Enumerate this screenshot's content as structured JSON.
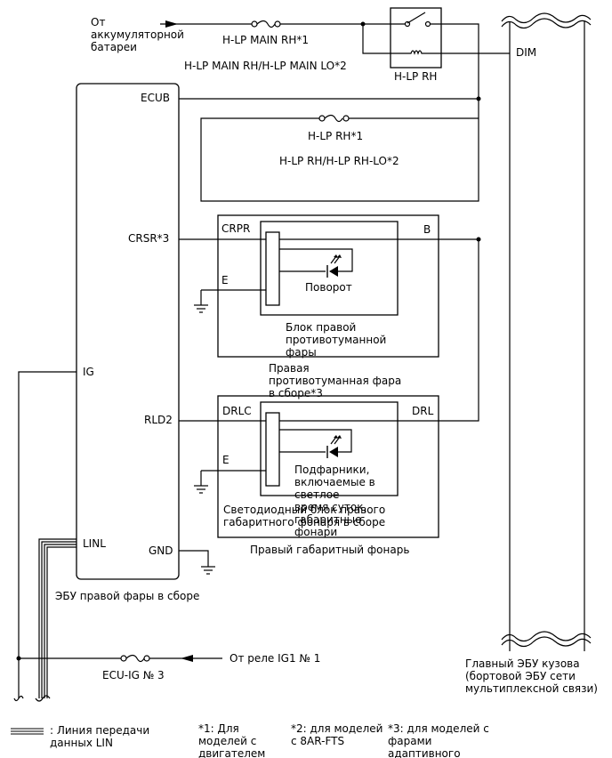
{
  "source": {
    "line1": "От",
    "line2": "аккумуляторной",
    "line3": "батареи"
  },
  "fuses": {
    "main": "H-LP MAIN RH*1",
    "main_alt": "H-LP MAIN RH/H-LP MAIN LO*2",
    "rh": "H-LP RH*1",
    "rh_alt": "H-LP RH/H-LP RH-LO*2",
    "ecuig": "ECU-IG № 3"
  },
  "relay": {
    "label": "H-LP RH"
  },
  "ecu": {
    "title": "ЭБУ правой фары в сборе",
    "pins": {
      "ecub": "ECUB",
      "crsr": "CRSR*3",
      "ig": "IG",
      "rld2": "RLD2",
      "linl": "LINL",
      "gnd": "GND"
    }
  },
  "fog_unit": {
    "crpr": "CRPR",
    "b": "B",
    "e": "E",
    "turn": "Поворот",
    "block_line1": "Блок правой",
    "block_line2": "противотуманной",
    "block_line3": "фары",
    "assy_line1": "Правая",
    "assy_line2": "противотуманная фара",
    "assy_line3": "в сборе*3"
  },
  "drl_unit": {
    "drlc": "DRLC",
    "drl": "DRL",
    "e": "E",
    "lamp_line1": "Подфарники,",
    "lamp_line2": "включаемые в",
    "lamp_line3": "светлое",
    "lamp_line4": "время суток,",
    "lamp_line5": "габаритные",
    "lamp_line6": "фонари",
    "block_line1": "Светодиодный блок правого",
    "block_line2": "габаритного фонаря в сборе",
    "assy": "Правый габаритный фонарь"
  },
  "body_ecu": {
    "dim": "DIM",
    "line1": "Главный ЭБУ кузова",
    "line2": "(бортовой ЭБУ сети",
    "line3": "мультиплексной связи)"
  },
  "relay_ig": "От реле IG1 № 1",
  "legend": {
    "lin_line1": ": Линия передачи",
    "lin_line2": "данных LIN",
    "n1_line1": "*1: Для",
    "n1_line2": "моделей с",
    "n1_line3": "двигателем",
    "n2_line1": "*2: для моделей",
    "n2_line2": "с 8AR-FTS",
    "n3_line1": "*3: для моделей с",
    "n3_line2": "фарами",
    "n3_line3": "адаптивного"
  }
}
